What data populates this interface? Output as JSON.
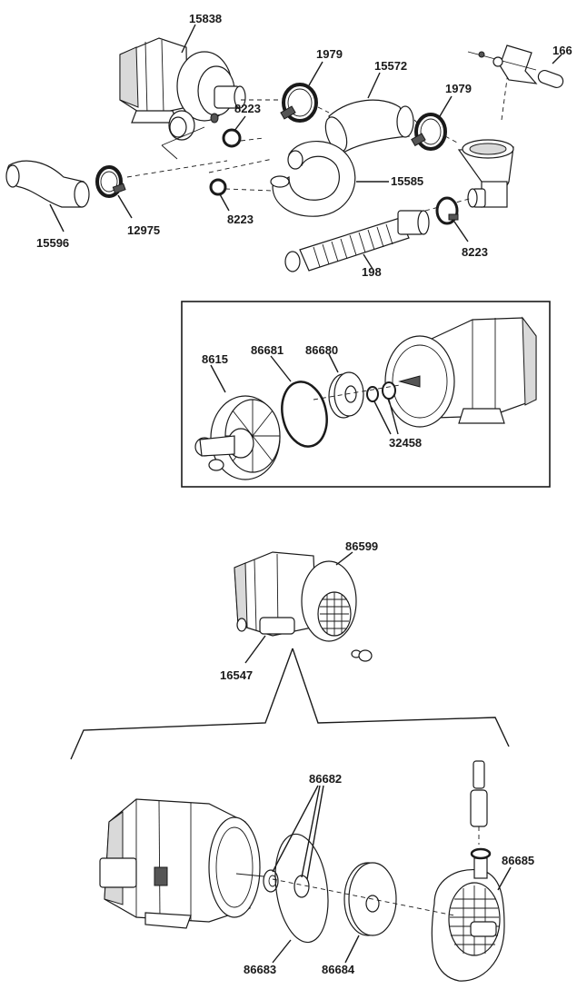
{
  "diagram": {
    "top_assembly": {
      "labels": [
        "15838",
        "1979",
        "15572",
        "1979",
        "166",
        "8223",
        "8223",
        "15585",
        "8223",
        "15596",
        "12975",
        "198"
      ]
    },
    "inset_pump": {
      "labels": [
        "86681",
        "86680",
        "8615",
        "32458"
      ]
    },
    "motor_assembly": {
      "labels": [
        "86599",
        "16547"
      ]
    },
    "exploded_motor": {
      "labels": [
        "86682",
        "86685",
        "86683",
        "86684"
      ]
    }
  }
}
